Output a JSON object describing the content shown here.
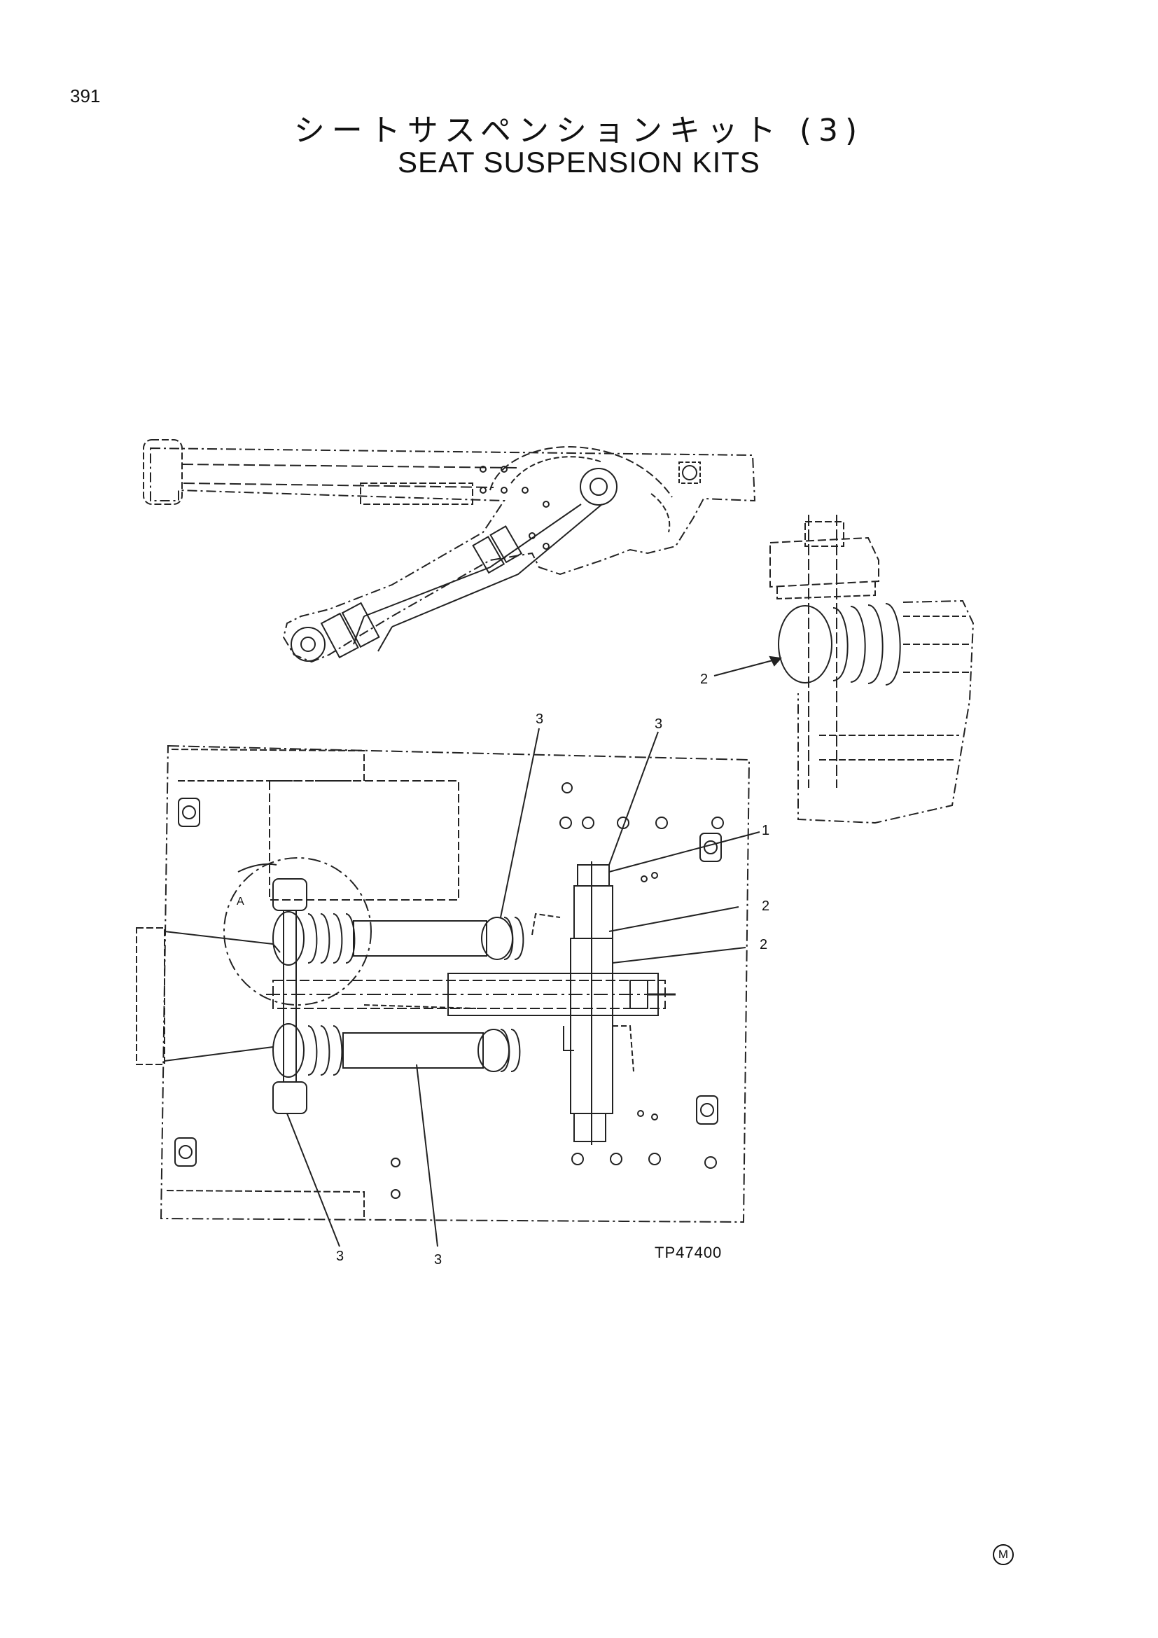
{
  "page": {
    "page_number": "391",
    "title_jp": "シートサスペンションキット (3)",
    "title_en": "SEAT SUSPENSION KITS",
    "figure_code": "TP47400",
    "corner_mark": "M"
  },
  "callouts": {
    "c1": "1",
    "c2_side": "2",
    "c2_top": "2",
    "c2_bottom": "2",
    "c3_top_left": "3",
    "c3_top_right": "3",
    "c3_bottom_left": "3",
    "c3_bottom_right": "3",
    "detail_a": "A"
  }
}
